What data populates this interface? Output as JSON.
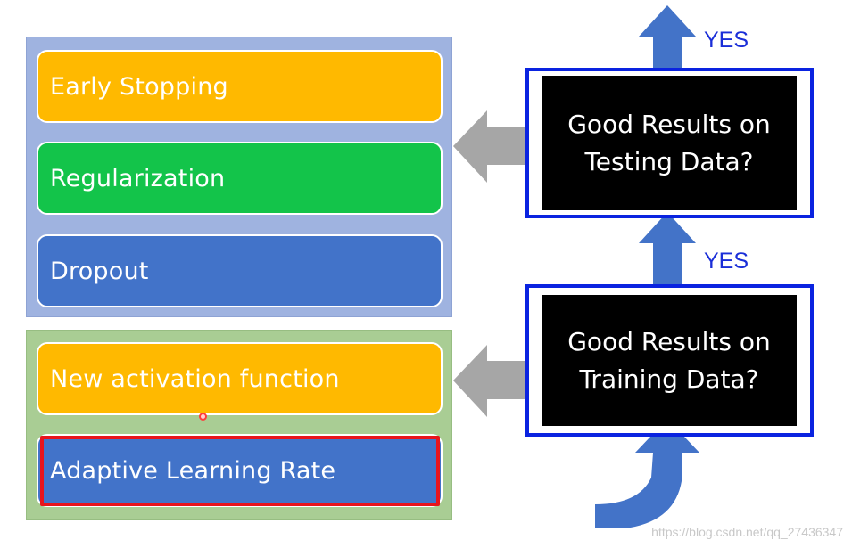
{
  "options_top": [
    {
      "label": "Early Stopping",
      "color": "#ffb900"
    },
    {
      "label": "Regularization",
      "color": "#13c44a"
    },
    {
      "label": "Dropout",
      "color": "#4273c9"
    }
  ],
  "options_bottom": [
    {
      "label": "New activation function",
      "color": "#ffb900"
    },
    {
      "label": "Adaptive Learning Rate",
      "color": "#4273c9",
      "highlighted": true
    }
  ],
  "questions": {
    "testing": {
      "line1": "Good Results on",
      "line2": "Testing Data?"
    },
    "training": {
      "line1": "Good Results on",
      "line2": "Training Data?"
    }
  },
  "yes_top": "YES",
  "yes_middle": "YES",
  "watermark": "https://blog.csdn.net/qq_27436347",
  "colors": {
    "frame_border": "#0a23e0",
    "arrow_up": "#4373c8",
    "arrow_left": "#a6a6a6",
    "highlight": "#e8141c"
  }
}
